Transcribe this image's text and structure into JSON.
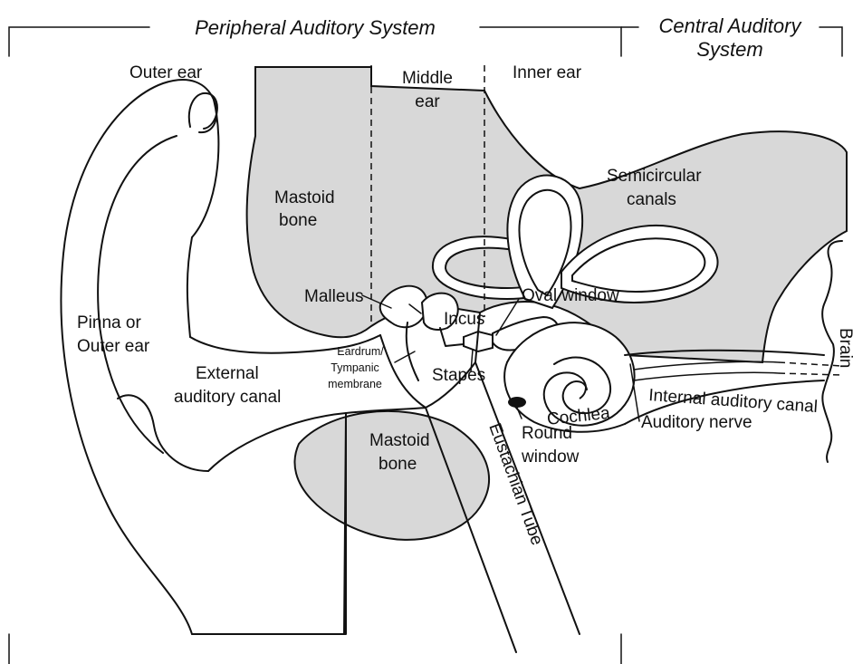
{
  "headers": {
    "peripheral": "Peripheral Auditory System",
    "central_line1": "Central Auditory",
    "central_line2": "System"
  },
  "regions": {
    "outer_ear": "Outer ear",
    "middle_ear_line1": "Middle",
    "middle_ear_line2": "ear",
    "inner_ear": "Inner ear"
  },
  "labels": {
    "mastoid_upper_line1": "Mastoid",
    "mastoid_upper_line2": "bone",
    "mastoid_lower_line1": "Mastoid",
    "mastoid_lower_line2": "bone",
    "semicircular_line1": "Semicircular",
    "semicircular_line2": "canals",
    "malleus": "Malleus",
    "incus": "Incus",
    "oval_window": "Oval window",
    "pinna_line1": "Pinna or",
    "pinna_line2": "Outer ear",
    "eardrum_line1": "Eardrum/",
    "eardrum_line2": "Tympanic",
    "eardrum_line3": "membrane",
    "stapes": "Stapes",
    "external_canal_line1": "External",
    "external_canal_line2": "auditory canal",
    "cochlea": "Cochlea",
    "round_window_line1": "Round",
    "round_window_line2": "window",
    "internal_canal": "Internal auditory canal",
    "auditory_nerve": "Auditory nerve",
    "eustachian_tube": "Eustachian Tube",
    "brain": "Brain"
  }
}
